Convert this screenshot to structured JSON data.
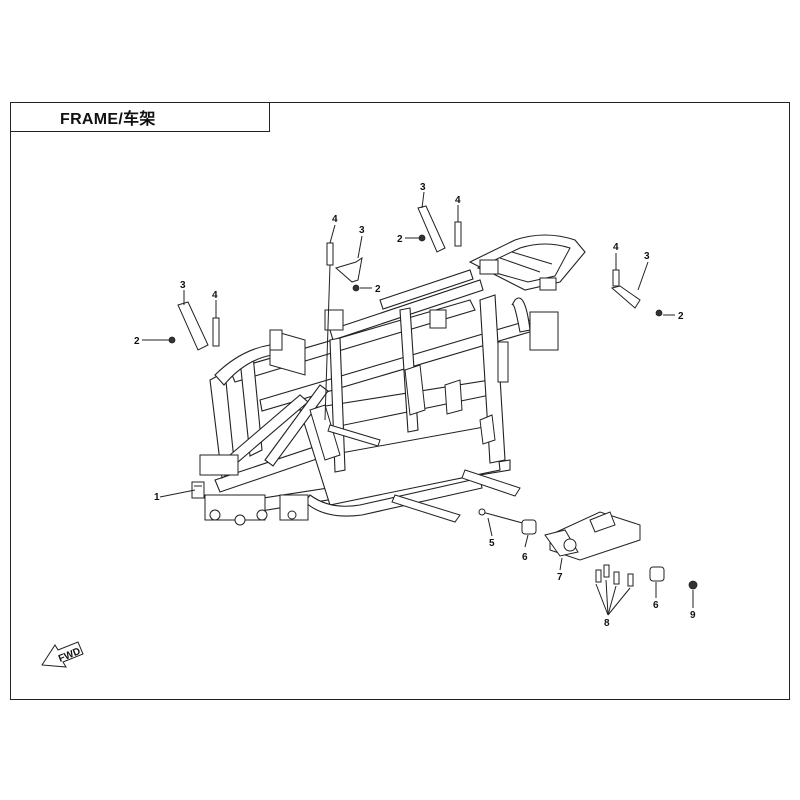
{
  "title": "FRAME/车架",
  "fwd_label": "FWD",
  "callouts": {
    "c1": "1",
    "c2a": "2",
    "c2b": "2",
    "c2c": "2",
    "c2d": "2",
    "c3a": "3",
    "c3b": "3",
    "c3c": "3",
    "c3d": "3",
    "c4a": "4",
    "c4b": "4",
    "c4c": "4",
    "c4d": "4",
    "c5": "5",
    "c6a": "6",
    "c6b": "6",
    "c7": "7",
    "c8": "8",
    "c9": "9"
  }
}
